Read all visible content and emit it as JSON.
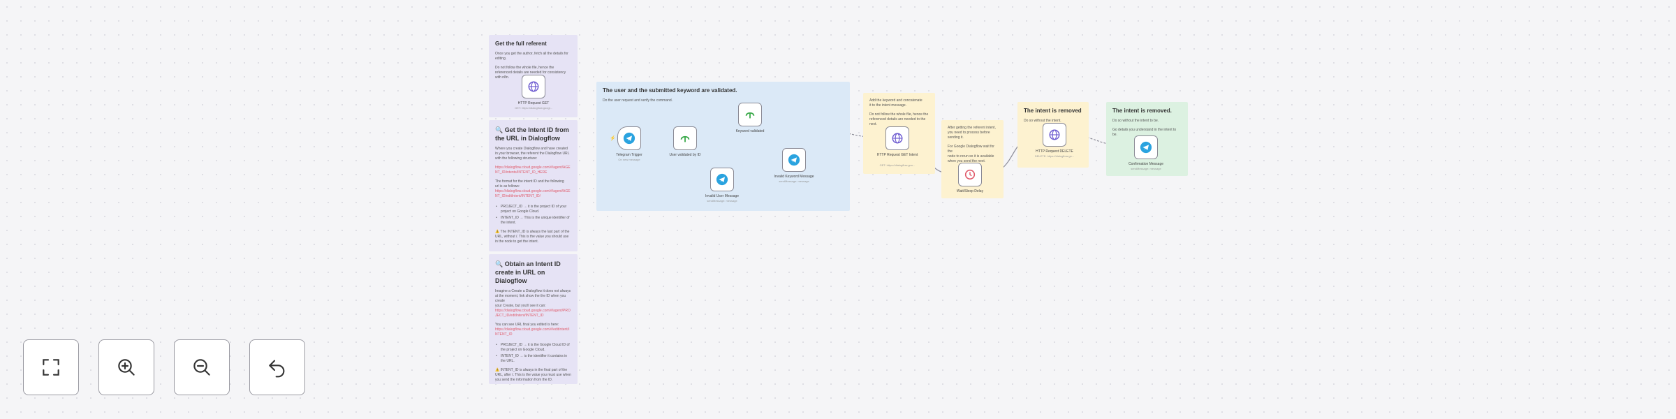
{
  "notes": {
    "full_reference": {
      "title": "Get the full referent",
      "lines": [
        "Once you get the author, fetch all the details for",
        "editing.",
        "",
        "Do not follow the whole file, hence the",
        "referenced details are needed for consistency",
        "with n8n."
      ]
    },
    "get_id_dialogflow": {
      "title": "🔍 Get the Intent ID from the URL in Dialogflow",
      "lines": [
        "Where you create Dialogflow and have created",
        "in your browser, the referent the Dialogflow URL",
        "with the following structure:"
      ],
      "link1": "https://dialogflow.cloud.google.com/#/agent/AGENT_ID/intents/INTENT_ID_HERE",
      "lines2": [
        "The format for the intent ID and the following",
        "url is as follows:"
      ],
      "link2": "https://dialogflow.cloud.google.com/#/agent/AGENT_ID/editIntent/INTENT_ID/",
      "bullets": [
        "PROJECT_ID → it is the project ID of your project on Google Cloud.",
        "INTENT_ID → This is the unique identifier of the intent."
      ],
      "warning": "⚠️ The INTENT_ID is always the last part of the URL, without /. This is the value you should use in the node to get the intent."
    },
    "create_id_dialogflow": {
      "title": "🔍 Obtain an Intent ID create in URL on Dialogflow",
      "lines": [
        "Imagine a Create a Dialogflow it does not always",
        "at the moment, link show the the ID when you create",
        "your Create, but you'll see it can:"
      ],
      "link1": "https://dialogflow.cloud.google.com/#/agent/PROJECT_ID/editIntent/INTENT_ID",
      "lines2": [
        "You can see URL final you edited is here:"
      ],
      "link2": "https://dialogflow.cloud.google.com/#/editIntent/INTENT_ID",
      "bullets": [
        "PROJECT_ID → it is the Google Cloud ID of the project on Google Cloud.",
        "INTENT_ID → is the identifier it contains in the URL."
      ],
      "warning": "⚠️ INTENT_ID is always in the final part of the URL, after /. This is the value you must use when you send the information from the ID."
    },
    "validated": {
      "title": "The user and the submitted keyword are validated.",
      "line": "Do the user request and verify the command."
    },
    "add_keyword": {
      "lines": [
        "Add the keyword and concatenate",
        "it to the intent message.",
        "",
        "Do not follow the whole file, hence the",
        "referenced details are needed to the next."
      ]
    },
    "wait": {
      "lines": [
        "After getting the referent intent,",
        "you need to process before",
        "sending it.",
        "",
        "For Google Dialogflow wait for the",
        "node to rerun so it is available",
        "when you send the next."
      ]
    },
    "removed1": {
      "title": "The intent is removed",
      "line": "Do so without the intent."
    },
    "removed2": {
      "title": "The intent is removed.",
      "lines": [
        "Do so without the intent to be.",
        "",
        "Go details you understand in the intent to be."
      ]
    }
  },
  "nodes": {
    "telegram_trigger": {
      "label": "Telegram Trigger",
      "sub": "On new message"
    },
    "user_validated": {
      "label": "User validated by ID"
    },
    "keyword_validated": {
      "label": "Keyword validated"
    },
    "invalid_user": {
      "label": "Invalid User Message",
      "sub": "sendMessage: message"
    },
    "invalid_keyword": {
      "label": "Invalid Keyword Message",
      "sub": "sendMessage: message"
    },
    "http_request_1": {
      "label": "HTTP Request GET",
      "sub": "GET: https://dialogflow.googl..."
    },
    "http_request_2": {
      "label": "HTTP Request GET Intent",
      "sub": "GET: https://dialogflow.goo..."
    },
    "wait_node": {
      "label": "Wait/Sleep Delay"
    },
    "http_delete": {
      "label": "HTTP Request DELETE",
      "sub": "DELETE: https://dialogflow.go..."
    },
    "confirmation": {
      "label": "Confirmation Message",
      "sub": "sendMessage: message"
    }
  },
  "controls": {
    "fit_view": "fit-view",
    "zoom_in": "zoom-in",
    "zoom_out": "zoom-out",
    "undo": "undo"
  },
  "colors": {
    "telegram": "#2aa3df",
    "webhook": "#3aa94a",
    "http": "#6d5bd0",
    "wait": "#e05a6a"
  }
}
